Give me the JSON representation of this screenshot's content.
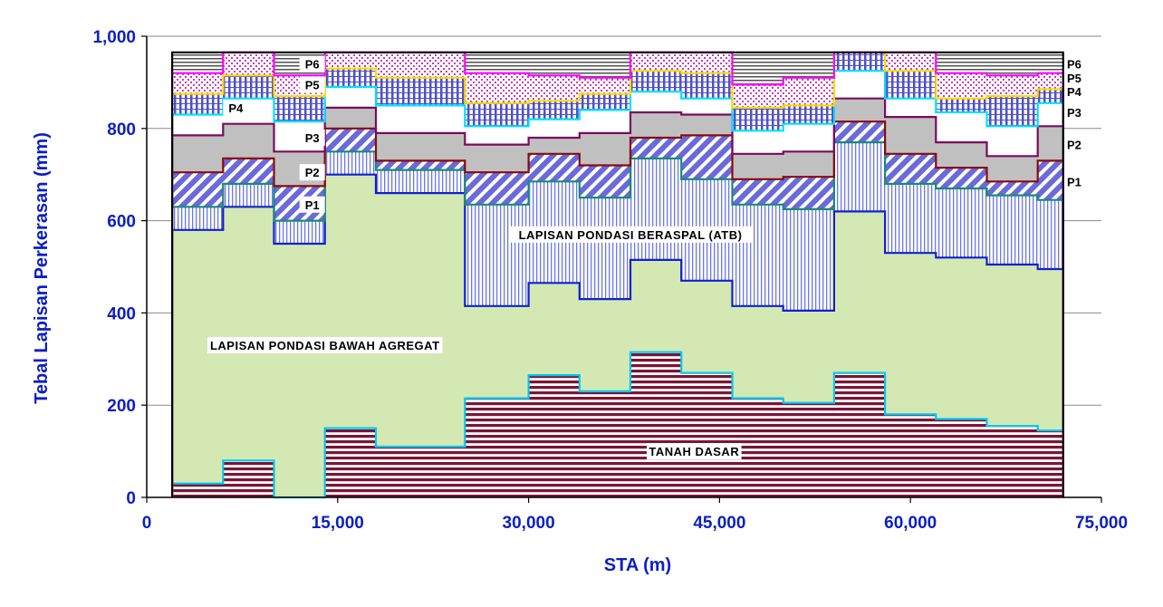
{
  "chart_data": {
    "type": "area",
    "xlabel": "STA (m)",
    "ylabel": "Tebal Lapisan Perkerasan (mm)",
    "xlim": [
      0,
      75000
    ],
    "ylim": [
      0,
      1000
    ],
    "x_ticks": [
      0,
      15000,
      30000,
      45000,
      60000,
      75000
    ],
    "x_tick_labels": [
      "0",
      "15,000",
      "30,000",
      "45,000",
      "60,000",
      "75,000"
    ],
    "y_ticks": [
      0,
      200,
      400,
      600,
      800,
      1000
    ],
    "y_tick_labels": [
      "0",
      "200",
      "400",
      "600",
      "800",
      "1,000"
    ],
    "grid": "horizontal",
    "stations": [
      2000,
      6000,
      10000,
      14000,
      18000,
      25000,
      30000,
      34000,
      38000,
      42000,
      46000,
      50000,
      54000,
      58000,
      62000,
      66000,
      70000,
      72000
    ],
    "layers": [
      {
        "key": "tanah",
        "label": "TANAH DASAR",
        "fill": "#7b1535",
        "line": "#00c8f0",
        "top": [
          30,
          80,
          0,
          150,
          110,
          215,
          265,
          230,
          315,
          270,
          215,
          205,
          270,
          180,
          170,
          155,
          145
        ]
      },
      {
        "key": "agregat",
        "label": "LAPISAN PONDASI BAWAH AGREGAT",
        "fill": "#d4e8b3",
        "line": "#1020d0",
        "top": [
          580,
          630,
          550,
          700,
          660,
          415,
          465,
          430,
          515,
          470,
          415,
          405,
          620,
          530,
          520,
          505,
          495
        ]
      },
      {
        "key": "atb",
        "label": "LAPISAN PONDASI BERASPAL (ATB)",
        "fill": "#e8ecff",
        "line": "#1a8a78",
        "top": [
          630,
          680,
          600,
          750,
          710,
          635,
          685,
          650,
          735,
          690,
          635,
          625,
          770,
          680,
          670,
          655,
          645
        ]
      },
      {
        "key": "p1",
        "label": "P1",
        "fill": "#7070e0",
        "line": "#8b0a0a",
        "top": [
          705,
          735,
          675,
          800,
          730,
          705,
          745,
          720,
          780,
          785,
          690,
          695,
          815,
          745,
          715,
          685,
          730
        ]
      },
      {
        "key": "p2",
        "label": "P2",
        "fill": "#c0c0c0",
        "line": "#7a0a60",
        "top": [
          785,
          810,
          750,
          845,
          790,
          765,
          780,
          790,
          835,
          830,
          745,
          750,
          865,
          825,
          770,
          740,
          805
        ]
      },
      {
        "key": "p3",
        "label": "P3",
        "fill": "#ffffff",
        "line": "#00e0ff",
        "top": [
          830,
          865,
          815,
          890,
          850,
          805,
          820,
          840,
          880,
          865,
          795,
          810,
          925,
          865,
          835,
          805,
          855
        ]
      },
      {
        "key": "p4",
        "label": "P4",
        "fill": "#5a5ad0",
        "line": "#ffd800",
        "top": [
          875,
          915,
          870,
          930,
          910,
          855,
          860,
          875,
          925,
          920,
          845,
          850,
          965,
          925,
          865,
          870,
          885
        ]
      },
      {
        "key": "p5",
        "label": "P5",
        "fill": "#cc44cc",
        "line": "#ff00ff",
        "top": [
          920,
          965,
          915,
          965,
          965,
          920,
          915,
          910,
          965,
          965,
          895,
          910,
          965,
          965,
          920,
          915,
          920
        ]
      },
      {
        "key": "p6",
        "label": "P6",
        "fill": "#808080",
        "line": "#000000",
        "top": [
          965,
          965,
          965,
          965,
          965,
          965,
          965,
          965,
          965,
          965,
          965,
          965,
          965,
          965,
          965,
          965,
          965
        ]
      }
    ],
    "annotations": [
      {
        "text": "P6",
        "x": 13000,
        "y": 940
      },
      {
        "text": "P5",
        "x": 13000,
        "y": 895
      },
      {
        "text": "P4",
        "x": 7000,
        "y": 845
      },
      {
        "text": "P3",
        "x": 13000,
        "y": 780
      },
      {
        "text": "P2",
        "x": 13000,
        "y": 705
      },
      {
        "text": "P1",
        "x": 13000,
        "y": 635
      },
      {
        "text": "LAPISAN PONDASI BERASPAL (ATB)",
        "x": 38000,
        "y": 570
      },
      {
        "text": "LAPISAN PONDASI BAWAH AGREGAT",
        "x": 14000,
        "y": 330
      },
      {
        "text": "TANAH DASAR",
        "x": 43000,
        "y": 100
      }
    ],
    "legend_right": [
      "P6",
      "P5",
      "P4",
      "P3",
      "P2",
      "P1"
    ],
    "legend_right_y": [
      940,
      910,
      880,
      835,
      765,
      685
    ]
  }
}
